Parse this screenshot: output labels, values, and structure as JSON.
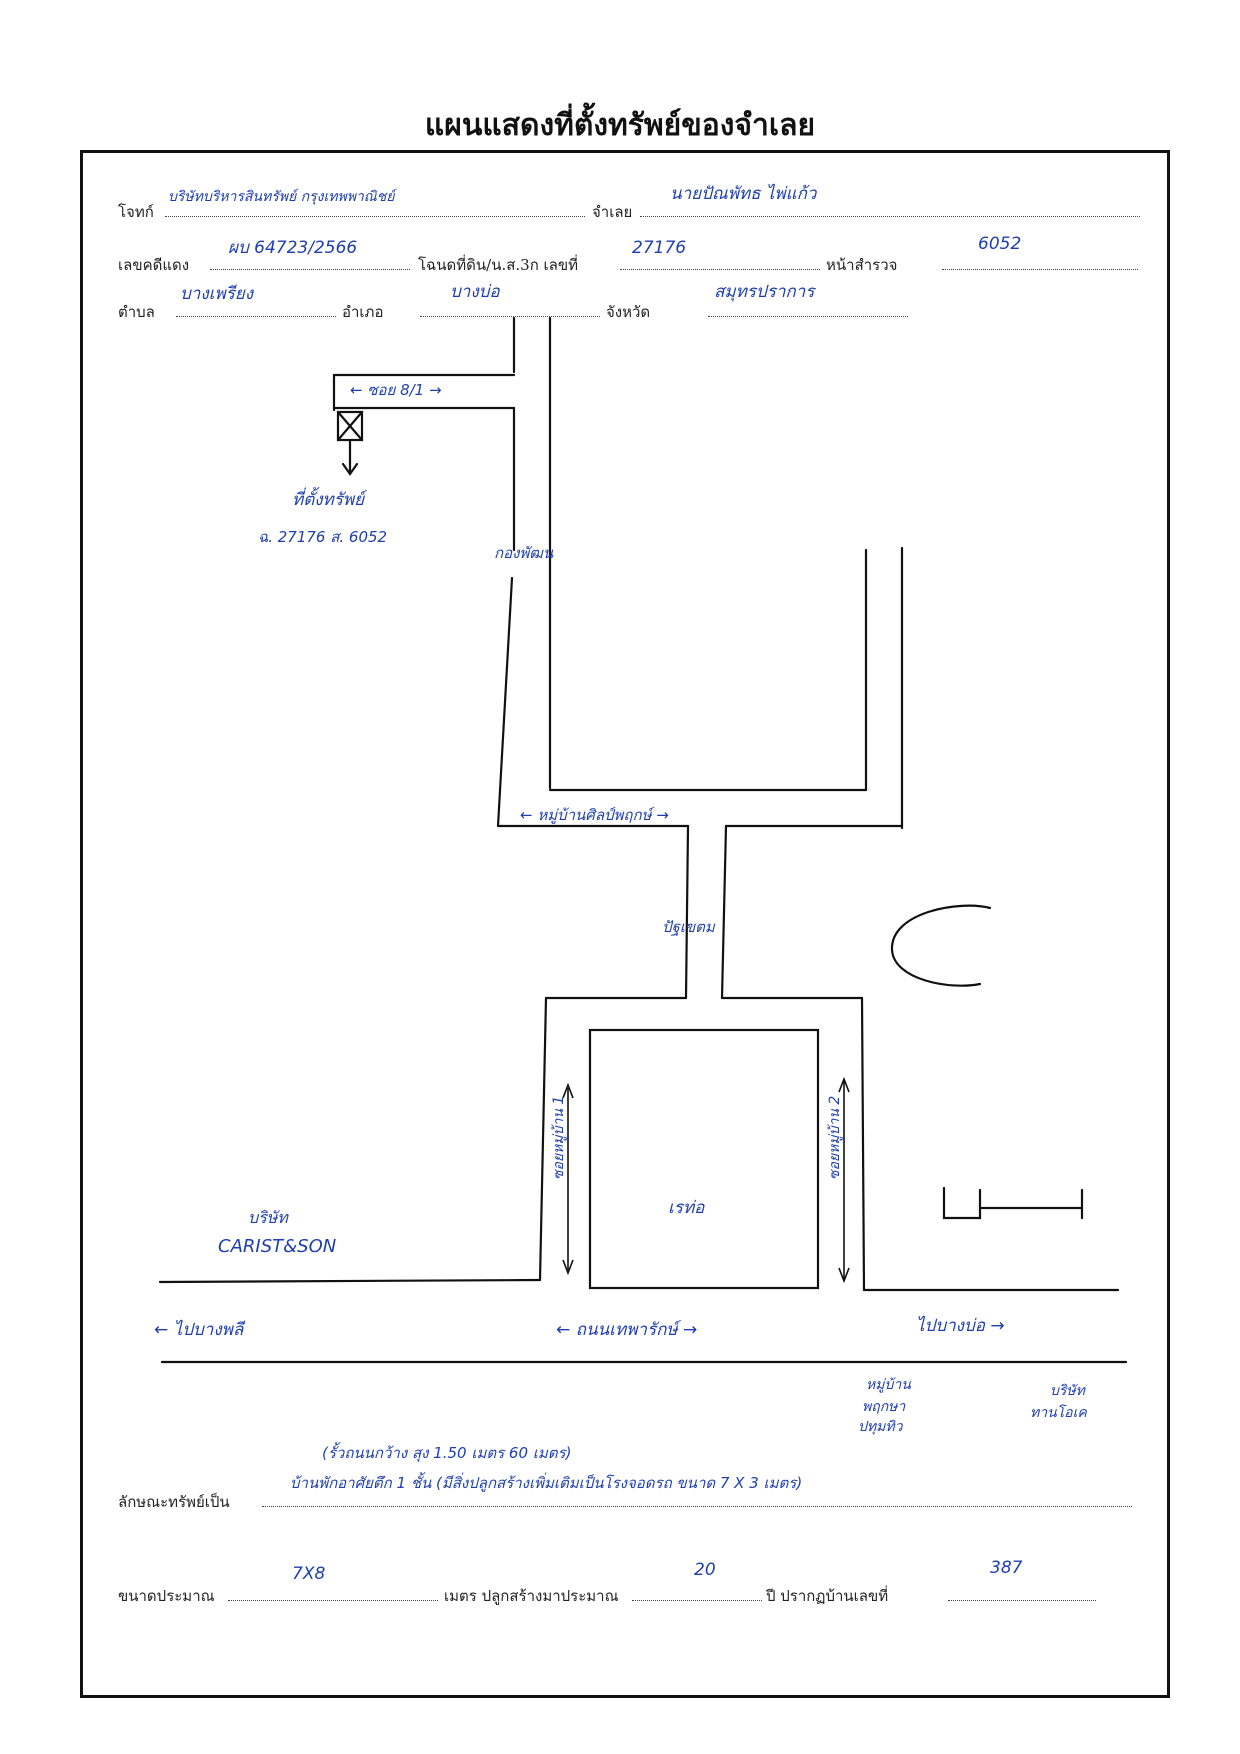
{
  "title": "แผนแสดงที่ตั้งทรัพย์ของจำเลย",
  "form": {
    "plaintiff_label": "โจทก์",
    "plaintiff_value": "บริษัทบริหารสินทรัพย์ กรุงเทพพาณิชย์",
    "defendant_label": "จำเลย",
    "defendant_value": "นายปัณพัทธ ไพ่แก้ว",
    "case_no_label": "เลขคดีแดง",
    "case_no_value": "ผบ 64723/2566",
    "deed_label": "โฉนดที่ดิน/น.ส.3ก เลขที่",
    "deed_value": "27176",
    "page_label": "หน้าสำรวจ",
    "page_value": "6052",
    "subdistrict_label": "ตำบล",
    "subdistrict_value": "บางเพรียง",
    "district_label": "อำเภอ",
    "district_value": "บางบ่อ",
    "province_label": "จังหวัด",
    "province_value": "สมุทรปราการ"
  },
  "map": {
    "soi_label": "← ซอย 8/1 →",
    "property_label": "ที่ตั้งทรัพย์",
    "property_ref": "ฉ. 27176 ส. 6052",
    "road_ward": "กองพัฒน",
    "village_label": "← หมู่บ้านศิลป์พฤกษ์ →",
    "main_soi_label": "ปัฐเขตม",
    "soi1_label": "ซอยหมู่บ้าน 1",
    "soi2_label": "ซอยหมู่บ้าน 2",
    "block_label": "เรท่อ",
    "company_left_1": "บริษัท",
    "company_left_2": "CARIST&SON",
    "to_left": "← ไปบางพลี",
    "main_road": "← ถนนเทพารักษ์ →",
    "to_right": "ไปบางบ่อ →",
    "village_right_1": "หมู่บ้าน",
    "village_right_2": "พฤกษา",
    "village_right_3": "ปทุมทิว",
    "company_right_1": "บริษัท",
    "company_right_2": "ทานโอเค",
    "distance_note": "(รั้วถนนกว้าง สุง 1.50 เมตร 60 เมตร)"
  },
  "footer": {
    "nature_label": "ลักษณะทรัพย์เป็น",
    "nature_value": "บ้านพักอาศัยตึก 1 ชั้น (มีสิ่งปลูกสร้างเพิ่มเติมเป็นโรงจอดรถ ขนาด 7 X 3 เมตร)",
    "size_label": "ขนาดประมาณ",
    "size_value": "7X8",
    "meters_label": "เมตร ปลูกสร้างมาประมาณ",
    "years_value": "20",
    "years_label": "ปี ปรากฏบ้านเลขที่",
    "house_no_value": "387"
  }
}
